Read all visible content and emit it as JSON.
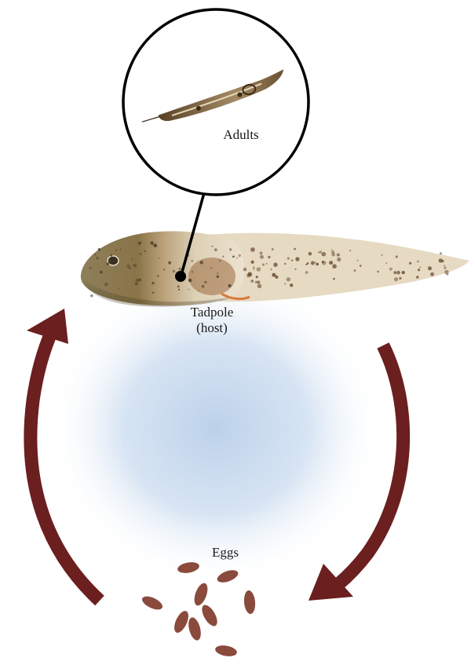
{
  "diagram": {
    "labels": {
      "adults": "Adults",
      "tadpole_line1": "Tadpole",
      "tadpole_line2": "(host)",
      "eggs": "Eggs"
    },
    "colors": {
      "arrow": "#6b1f1f",
      "halo": "#b9cfe9",
      "tadpole_body": "#8a7a52",
      "tadpole_tail": "#d9cbb0",
      "egg": "#8a4a3c",
      "worm": "#7a6040",
      "inset_ring": "#000000"
    }
  }
}
